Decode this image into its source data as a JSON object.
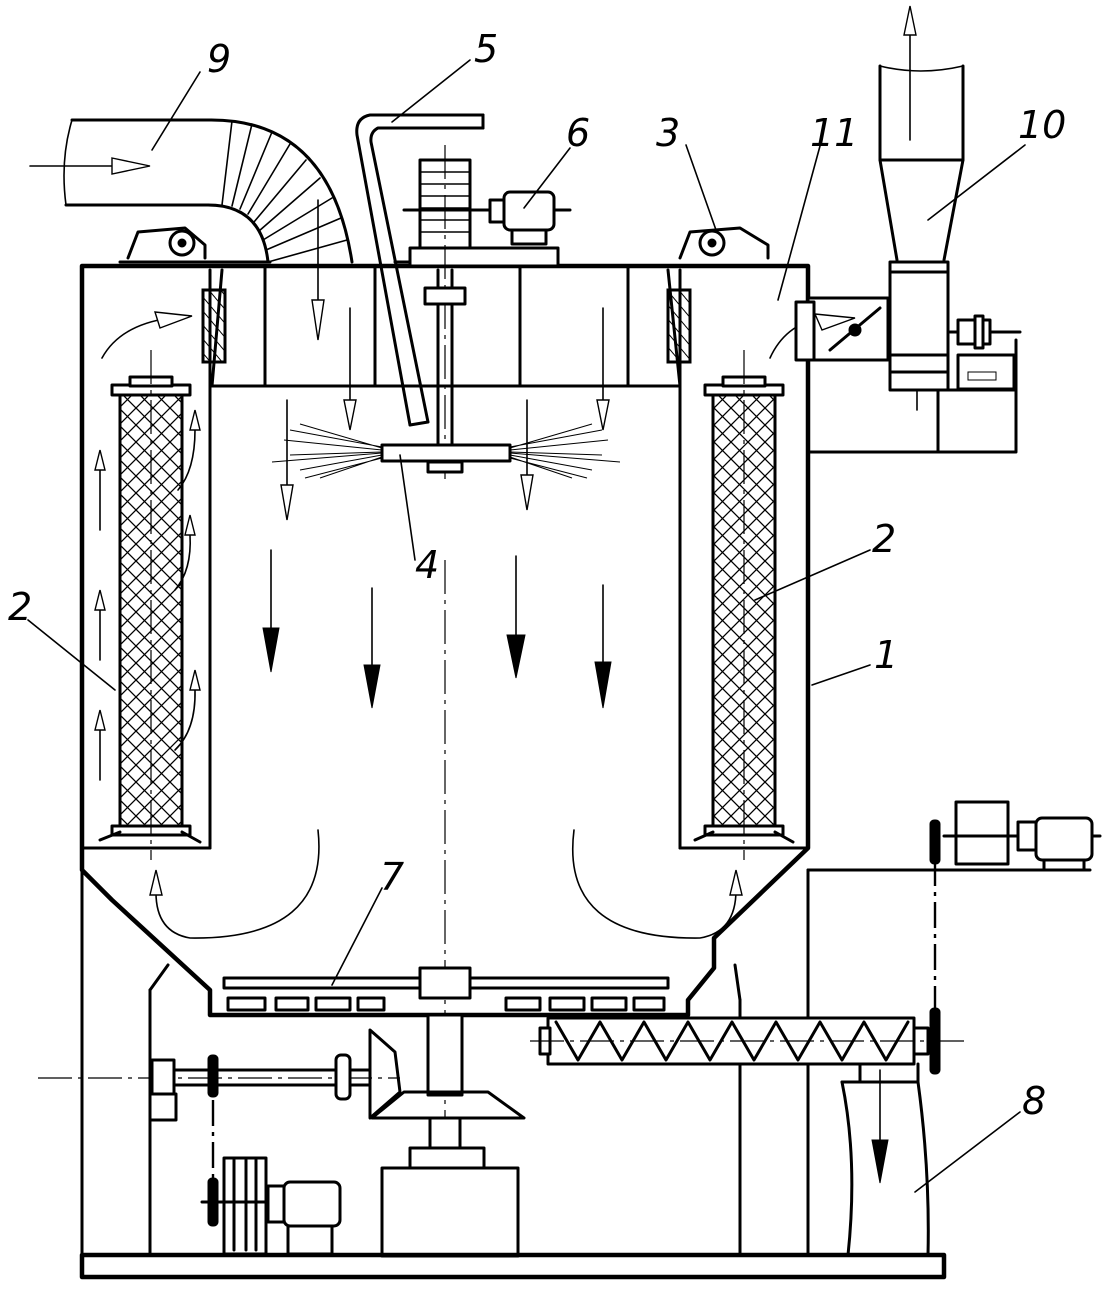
{
  "callouts": {
    "c1": "1",
    "c2_left": "2",
    "c2_right": "2",
    "c3": "3",
    "c4": "4",
    "c5": "5",
    "c6": "6",
    "c7": "7",
    "c8": "8",
    "c9": "9",
    "c10": "10",
    "c11": "11"
  }
}
